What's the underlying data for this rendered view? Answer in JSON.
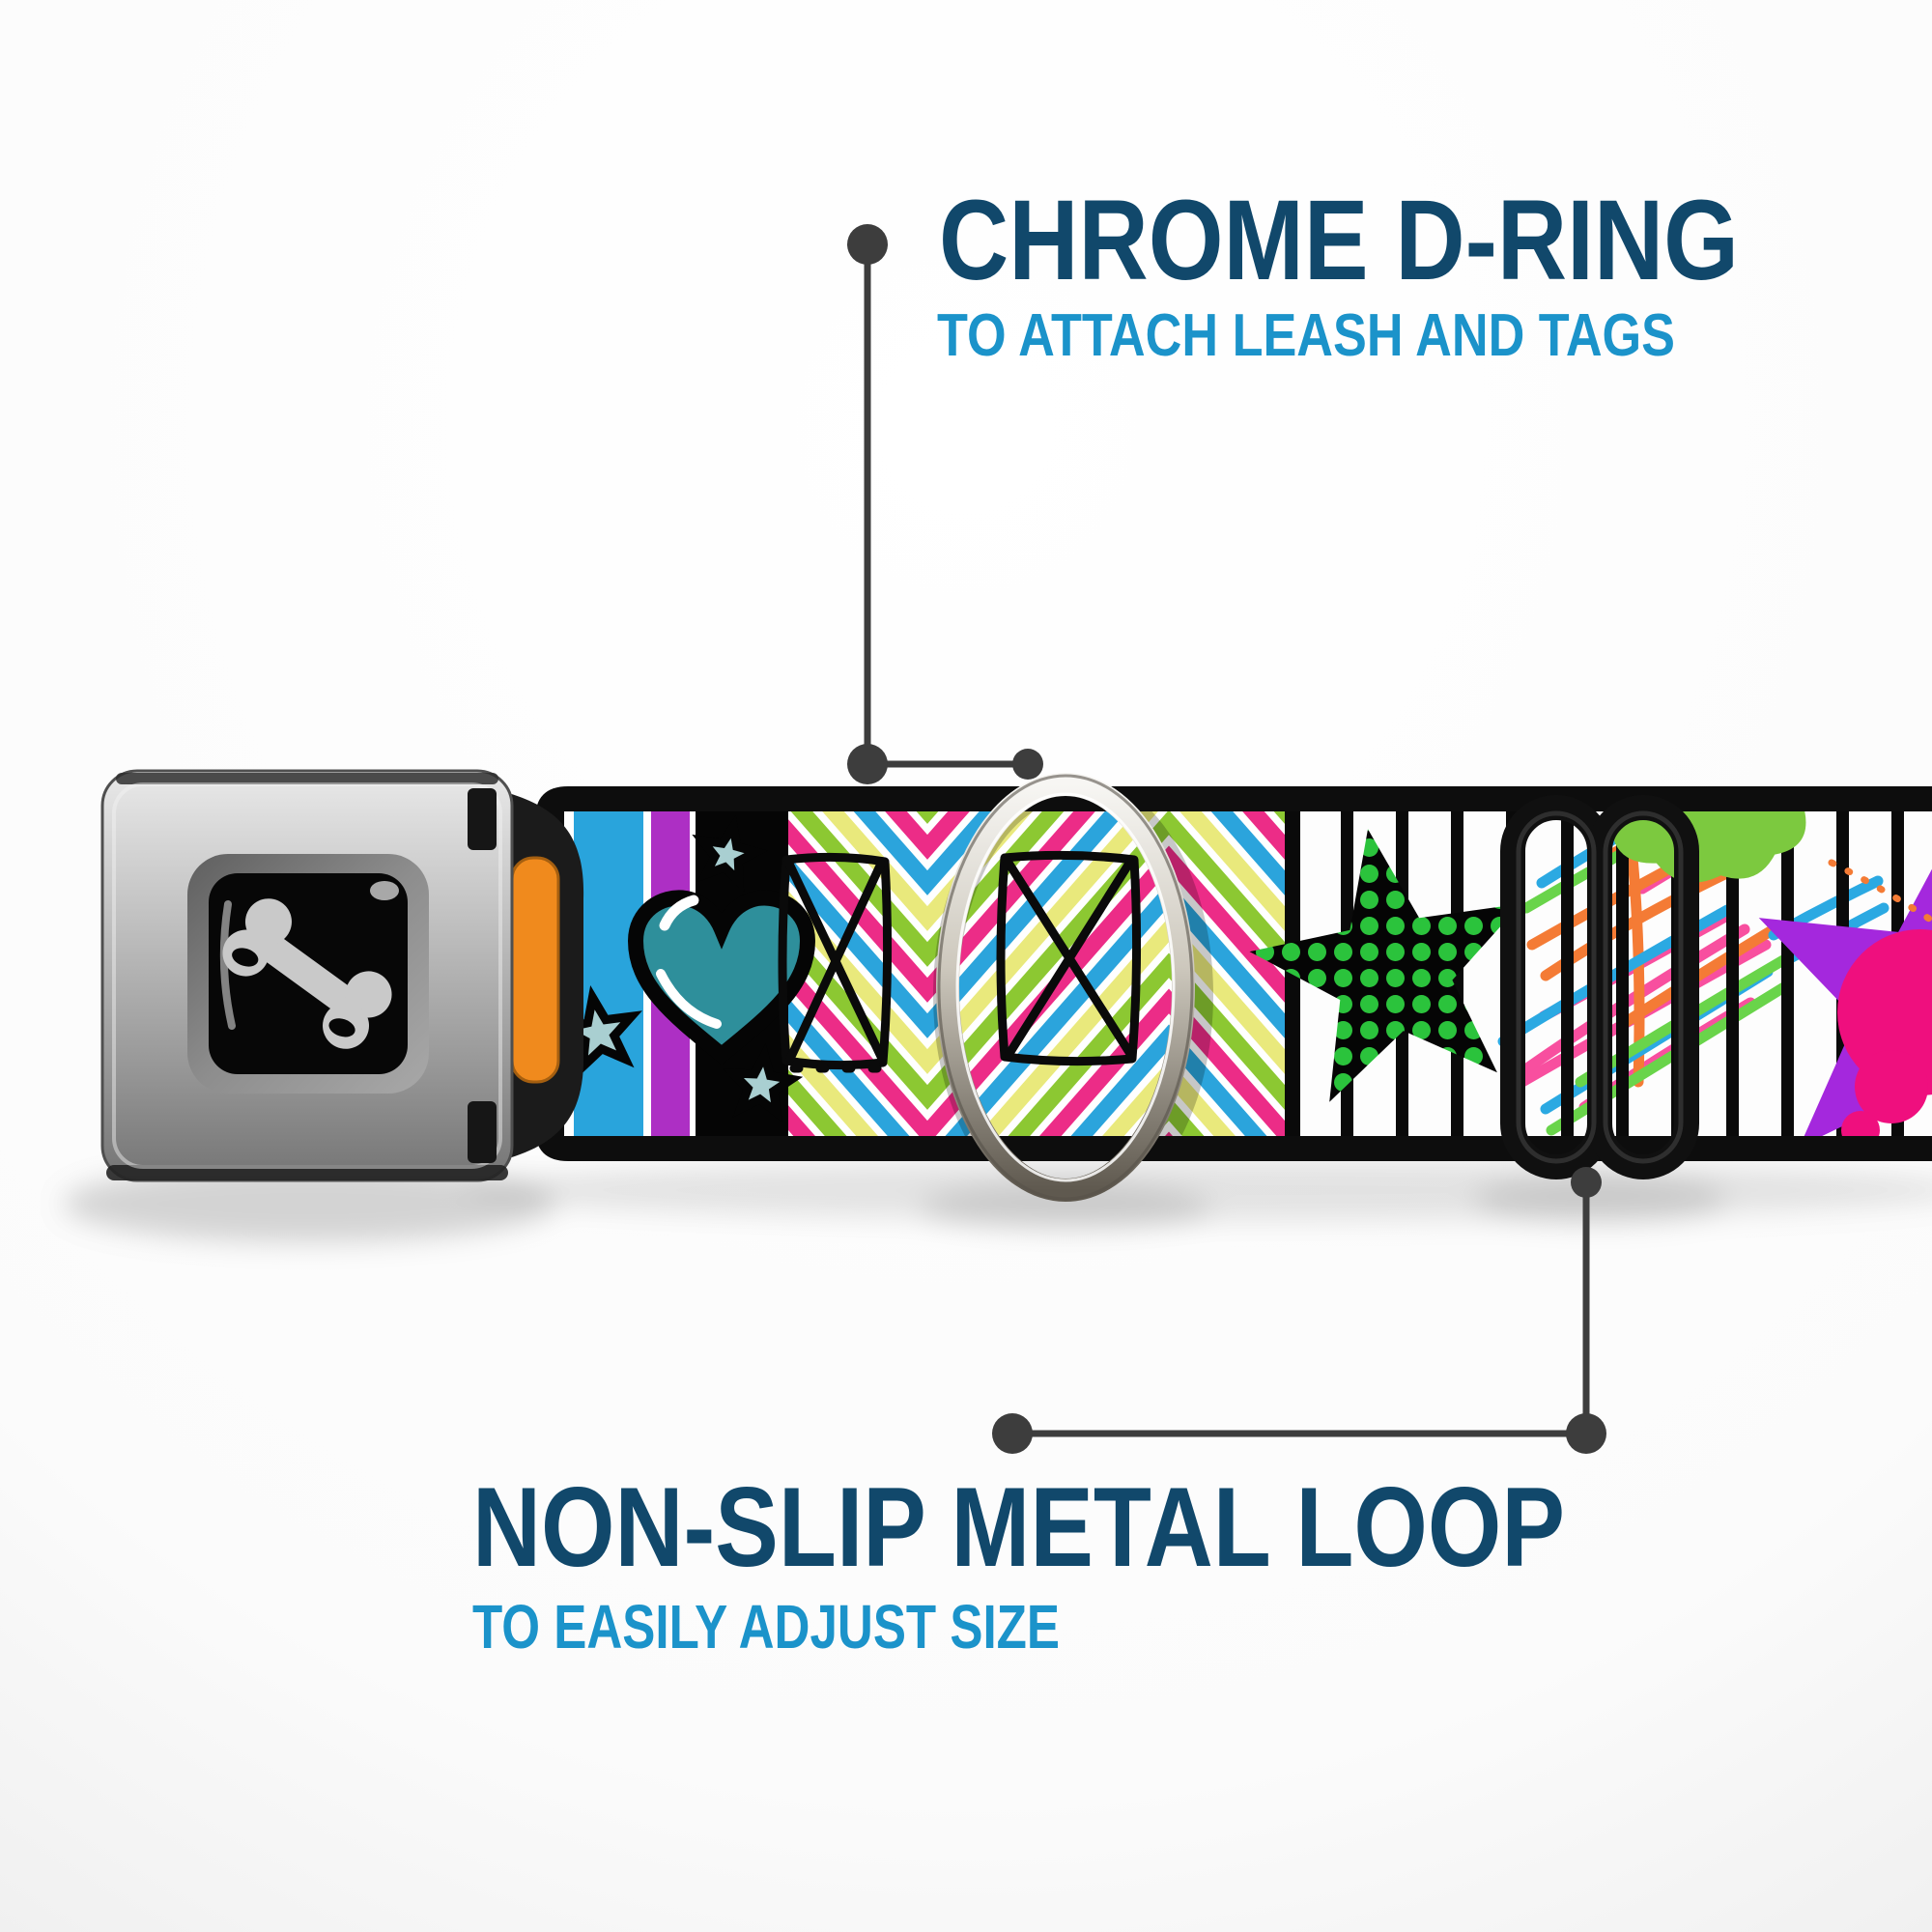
{
  "callouts": {
    "top": {
      "title": "CHROME D-RING",
      "subtitle": "TO ATTACH LEASH AND TAGS"
    },
    "bottom": {
      "title": "NON-SLIP METAL LOOP",
      "subtitle": "TO EASILY ADJUST SIZE"
    }
  },
  "colors": {
    "title": "#11486B",
    "subtitle": "#1B93CA",
    "connector": "#3D3D3D",
    "belt_black": "#0D0D0D",
    "stripe_orange": "#F08A1D",
    "stripe_blue": "#29A4DC",
    "stripe_purple": "#AD2FC4",
    "heart_teal": "#2E8F9B",
    "star_pale": "#A9CFD1",
    "chev_green": "#8CC832",
    "chev_pink": "#EC2C87",
    "chev_blue": "#2BA4DC",
    "chev_yellow": "#E9E97C",
    "polka_green": "#2BC33C",
    "scribble_pink": "#F84F9F",
    "scribble_orange": "#F47B35",
    "scribble_blue": "#2BA9E2",
    "scribble_green": "#69D44A",
    "splat_purple": "#A428DD",
    "splat_pink": "#EF0F7E",
    "splat_green": "#7CC93F",
    "buckle_silver": "#B9B9B9",
    "logo_gray": "#C9C9C9"
  }
}
